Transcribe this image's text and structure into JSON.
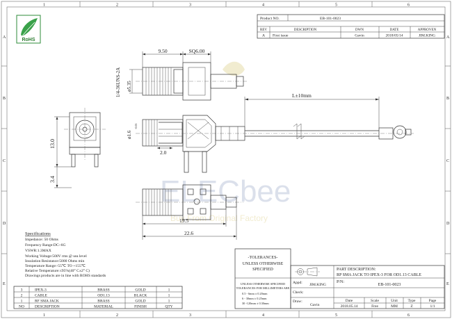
{
  "frame": {
    "col_labels": [
      "1",
      "2",
      "3",
      "4",
      "5",
      "6"
    ],
    "row_labels": [
      "A",
      "B",
      "C",
      "D",
      "E"
    ]
  },
  "logo": {
    "text": "RoHS"
  },
  "revision_block": {
    "product_no_label": "Product NO.",
    "product_no": "EB-101-0023",
    "headers": [
      "REV",
      "DESCRIPTION",
      "DWN",
      "DATE",
      "APPROVEN"
    ],
    "row": [
      "A",
      "First issue",
      "Gavin",
      "2018/05/14",
      "JIM.KING"
    ]
  },
  "dimensions": {
    "d1": "9.50",
    "d2": "SQ6.00",
    "d3": "1/4-36UNS-2A",
    "d4": "ø5.35",
    "d5": "L±10mm",
    "d6": "ø1.6",
    "d6_tol": "-0.05",
    "d7": "2.0",
    "d8": "13.0",
    "d9": "3.4",
    "d10": "19.5",
    "d11": "22.6"
  },
  "watermark": {
    "text1": "ELECbee",
    "text2": "Buy From Original Factory"
  },
  "specs": {
    "title": "Specifications",
    "lines": [
      "Impedance: 50 Ohms",
      "Frequency Range:DC~6G",
      "VSWR:1.3MAX",
      "Working Voltage:500V rms @ sea level",
      "Insulation Resistance:5000 Ohms min",
      "Temperature Range:-55℃ TO +155℃",
      "Relative Temperature:≤95%(40° C±2° C)",
      "Drawings products are in line with ROHS standards"
    ]
  },
  "bom": {
    "rows": [
      [
        "3",
        "IPEX-3",
        "BRASS",
        "GOLD",
        "1"
      ],
      [
        "2",
        "CABLE",
        "OD1.13",
        "BLACK",
        "1"
      ],
      [
        "1",
        "RF SMA JACK",
        "BRASS",
        "GOLD",
        "1"
      ]
    ],
    "headers": [
      "NO",
      "DESCRIPTION",
      "MATERIAL",
      "FINISH",
      "QTY"
    ]
  },
  "tolerances": {
    "title": "-TOLERANCES-",
    "line1": "UNLESS OTHERWISE",
    "line2": "SPECIFIED",
    "small1": "UNLESS OTHERWISE SPECIFIED",
    "small2": "TOLERANCES FOR MILLIMETERS ARE",
    "rows": [
      "0.5 - 6mm ± 0.20mm",
      "6 - 30mm ± 0.25mm",
      "30 -120mm ± 0.30mm"
    ]
  },
  "title_block": {
    "part_desc_label": "PART DESCRIPTION:",
    "part_desc": "RP SMA JACK TO IPEX-3 FOR OD1.13 CABLE",
    "pn_label": "P/N:",
    "pn": "EB-101-0023",
    "appd_label": "Appd:",
    "appd": "JIM.KING",
    "check_label": "Check:",
    "draw_label": "Draw:",
    "draw": "Gavin",
    "headers": [
      "Date",
      "Scale",
      "Unit",
      "Type",
      "Page"
    ],
    "values": [
      "2018.05.14",
      "Free",
      "MM",
      "Z",
      "1/1"
    ]
  }
}
